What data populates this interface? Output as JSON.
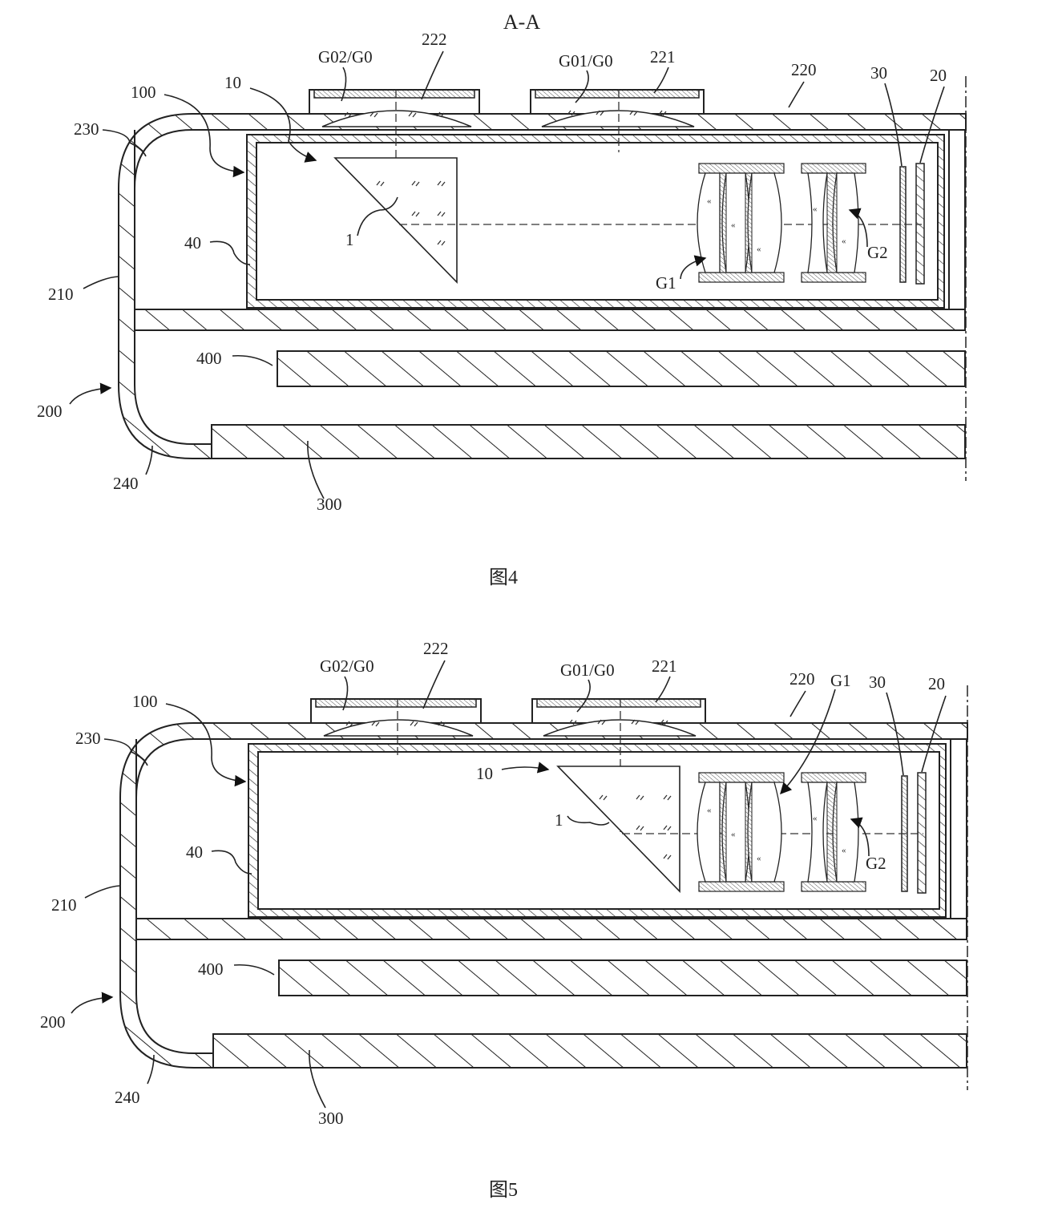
{
  "section_title": "A-A",
  "figure4": {
    "caption": "图4",
    "labels": {
      "g02": "G02/G0",
      "l222": "222",
      "g01": "G01/G0",
      "l221": "221",
      "l100": "100",
      "l10": "10",
      "l220": "220",
      "l30": "30",
      "l20": "20",
      "l230": "230",
      "l40": "40",
      "l1": "1",
      "g1": "G1",
      "g2": "G2",
      "l210": "210",
      "l400": "400",
      "l200": "200",
      "l240": "240",
      "l300": "300"
    }
  },
  "figure5": {
    "caption": "图5",
    "labels": {
      "g02": "G02/G0",
      "l222": "222",
      "g01": "G01/G0",
      "l221": "221",
      "l100": "100",
      "l10": "10",
      "l220": "220",
      "g1": "G1",
      "l30": "30",
      "l20": "20",
      "l230": "230",
      "l40": "40",
      "l1": "1",
      "g2": "G2",
      "l210": "210",
      "l400": "400",
      "l200": "200",
      "l240": "240",
      "l300": "300"
    }
  }
}
